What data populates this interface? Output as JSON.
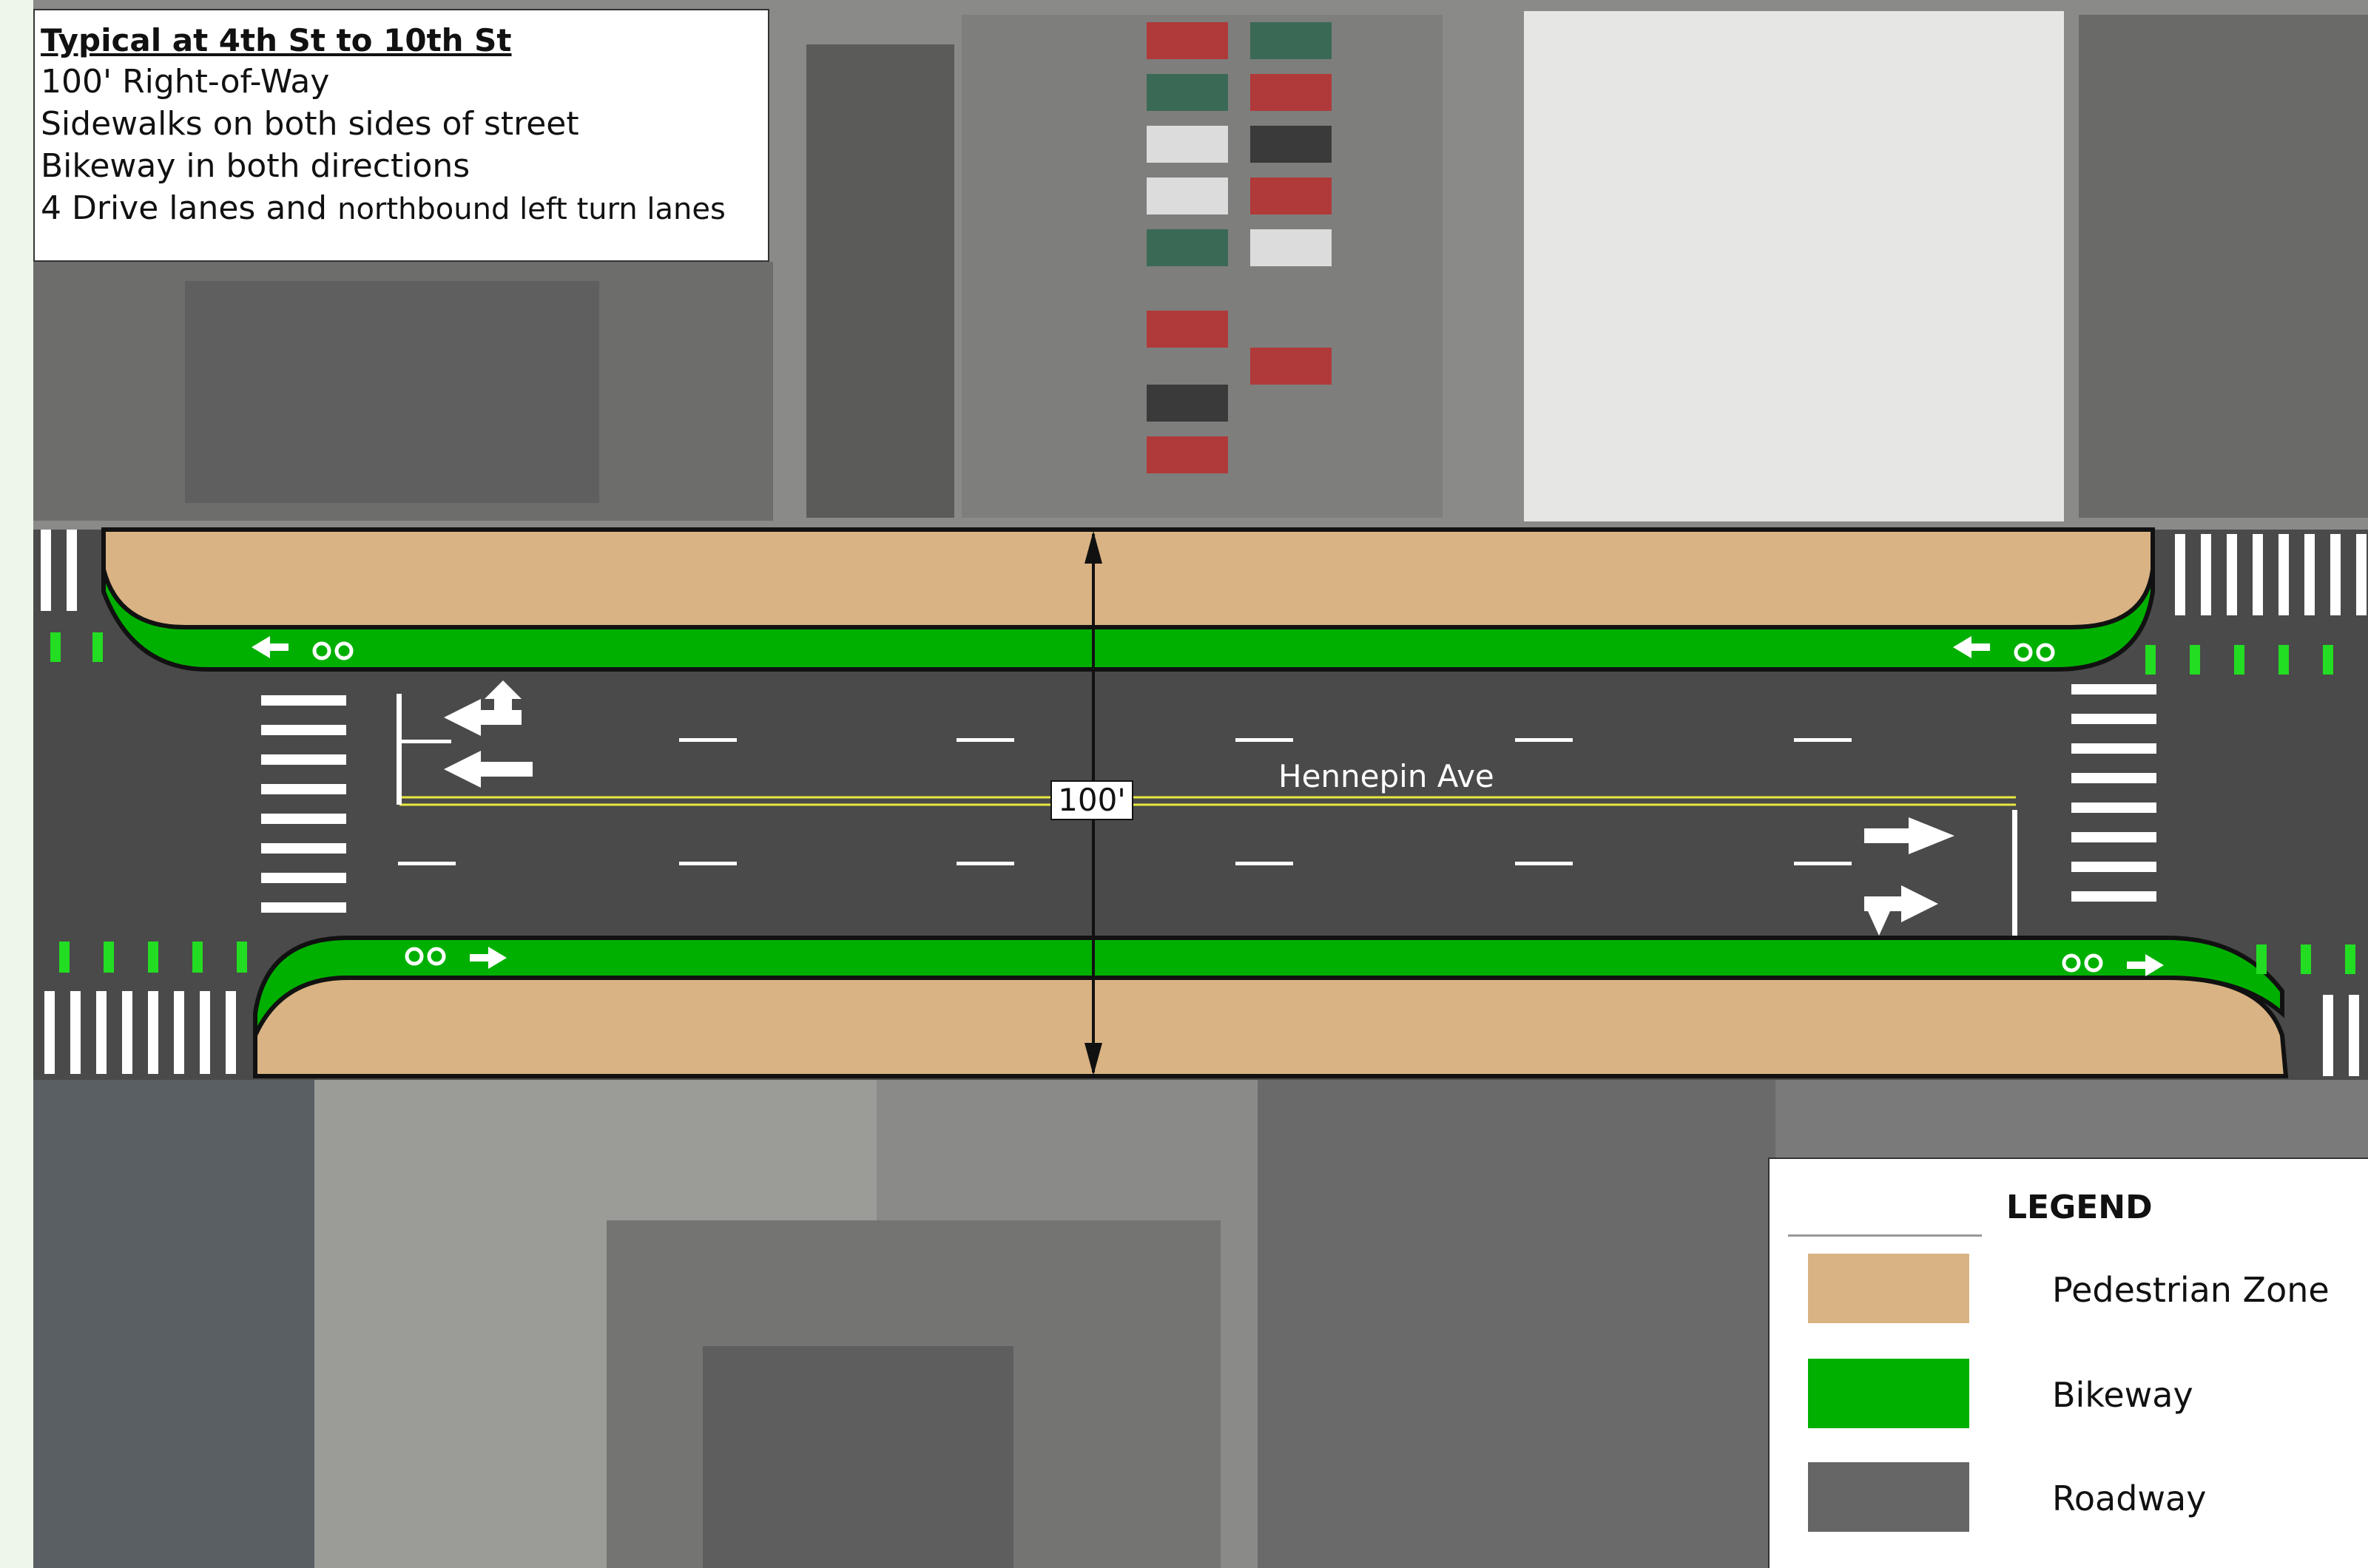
{
  "info": {
    "title": "Typical at 4th St to 10th St",
    "lines": [
      "100' Right-of-Way",
      "Sidewalks on both sides of street",
      "Bikeway in both directions"
    ],
    "last_line_main": "4 Drive lanes and ",
    "last_line_small": "northbound left turn lanes"
  },
  "dimension_label": "100'",
  "street_name": "Hennepin Ave",
  "legend": {
    "title": "LEGEND",
    "items": [
      {
        "label": "Pedestrian Zone",
        "color": "#d9b383"
      },
      {
        "label": "Bikeway",
        "color": "#00b000"
      },
      {
        "label": "Roadway",
        "color": "#666666"
      }
    ]
  },
  "colors": {
    "pedestrian": "#d9b383",
    "bikeway": "#00b000",
    "roadway": "#4a4a4a",
    "center_line": "#e8e840",
    "lane_marking": "#ffffff"
  }
}
